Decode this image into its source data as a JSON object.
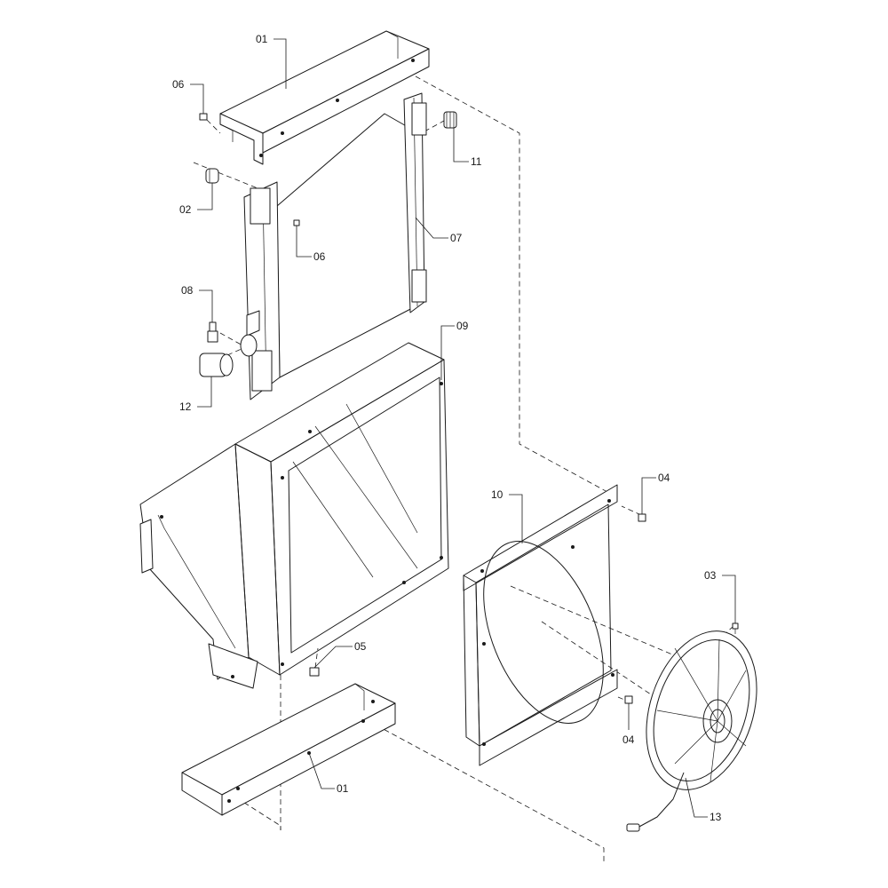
{
  "diagram": {
    "callouts": {
      "top_channel": "01",
      "bottom_channel": "01",
      "fitting_02": "02",
      "screw_03": "03",
      "nut_04_upper": "04",
      "nut_04_lower": "04",
      "nut_05": "05",
      "nut_06_top": "06",
      "nut_06_mid": "06",
      "radiator_07": "07",
      "nipple_08": "08",
      "shroud_09": "09",
      "fan_plate_10": "10",
      "cap_11": "11",
      "plug_12": "12",
      "fan_13": "13"
    }
  }
}
